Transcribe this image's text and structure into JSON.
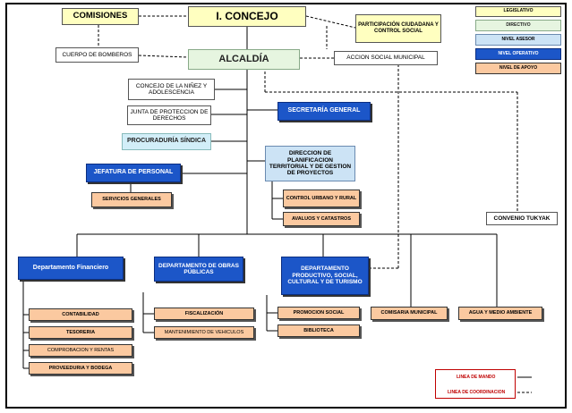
{
  "top": {
    "comisiones": "COMISIONES",
    "concejo": "I. CONCEJO",
    "participacion": "PARTICIPACIÓN CIUDADANA Y CONTROL SOCIAL",
    "bomberos": "CUERPO DE BOMBEROS",
    "alcaldia": "ALCALDÍA",
    "accion_social": "ACCION SOCIAL MUNICIPAL"
  },
  "staff": {
    "ninez": "CONCEJO DE LA NIÑEZ Y ADOLESCENCIA",
    "junta": "JUNTA DE PROTECCION DE DERECHOS",
    "secretaria": "SECRETARÍA GENERAL",
    "procuraduria": "PROCURADURÍA SÍNDICA",
    "planificacion": "DIRECCION DE PLANIFICACION TERRITORIAL Y DE GESTION DE PROYECTOS",
    "control_urbano": "CONTROL URBANO Y RURAL",
    "avaluos": "AVALUOS Y CATASTROS",
    "jefatura": "JEFATURA DE PERSONAL",
    "servicios": "SERVICIOS GENERALES",
    "convenio": "CONVENIO TUKYAK"
  },
  "departments": {
    "financiero": "Departamento Financiero",
    "obras": "DEPARTAMENTO DE OBRAS PÚBLICAS",
    "productivo": "DEPARTAMENTO PRODUCTIVO, SOCIAL, CULTURAL Y DE TURISMO",
    "comisaria": "COMISARIA MUNICIPAL",
    "agua": "AGUA Y MEDIO AMBIENTE"
  },
  "units": {
    "contabilidad": "CONTABILIDAD",
    "tesoreria": "TESORERIA",
    "comprobacion": "COMPROBACION Y RENTAS",
    "proveeduria": "PROVEEDURIA Y BODEGA",
    "fiscalizacion": "FISCALIZACIÓN",
    "mantenimiento": "MANTENIMIENTO DE VEHICULOS",
    "promocion": "PROMOCION SOCIAL",
    "biblioteca": "BIBLIOTECA"
  },
  "legend": {
    "legislativo": "LEGISLATIVO",
    "directivo": "DIRECTIVO",
    "asesor": "NIVEL ASESOR",
    "operativo": "NIVEL OPERATIVO",
    "apoyo": "NIVEL DE APOYO",
    "mando": "LINEA DE MANDO",
    "coordinacion": "LINEA DE COORDINACION"
  },
  "colors": {
    "legislativo": "#ffffc0",
    "directivo": "#e6f5e0",
    "asesor": "#cce3f5",
    "operativo": "#1c56c8",
    "apoyo": "#fbc9a0"
  }
}
